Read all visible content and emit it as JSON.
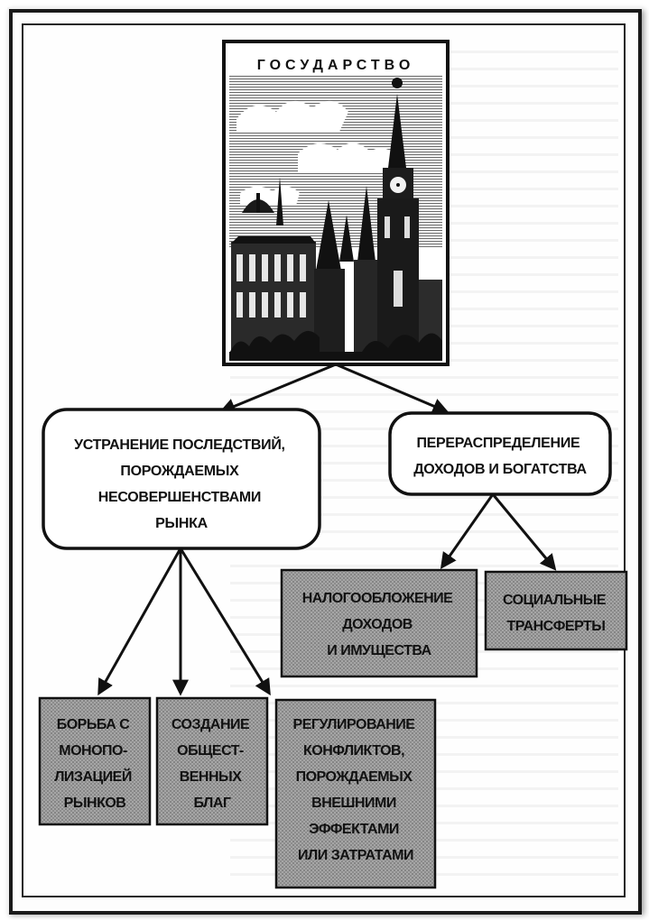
{
  "header": {
    "title": "ГОСУДАРСТВО"
  },
  "functions": [
    {
      "lines": [
        "УСТРАНЕНИЕ ПОСЛЕДСТВИЙ,",
        "ПОРОЖДАЕМЫХ",
        "НЕСОВЕРШЕНСТВАМИ",
        "РЫНКА"
      ]
    },
    {
      "lines": [
        "ПЕРЕРАСПРЕДЕЛЕНИЕ",
        "ДОХОДОВ И БОГАТСТВА"
      ]
    }
  ],
  "market_failure_measures": [
    {
      "lines": [
        "БОРЬБА С",
        "МОНОПО-",
        "ЛИЗАЦИЕЙ",
        "РЫНКОВ"
      ]
    },
    {
      "lines": [
        "СОЗДАНИЕ",
        "ОБЩЕСТ-",
        "ВЕННЫХ",
        "БЛАГ"
      ]
    },
    {
      "lines": [
        "РЕГУЛИРОВАНИЕ",
        "КОНФЛИКТОВ,",
        "ПОРОЖДАЕМЫХ",
        "ВНЕШНИМИ",
        "ЭФФЕКТАМИ",
        "ИЛИ ЗАТРАТАМИ"
      ]
    }
  ],
  "redistribution_measures": [
    {
      "lines": [
        "НАЛОГООБЛОЖЕНИЕ",
        "ДОХОДОВ",
        "И ИМУЩЕСТВА"
      ]
    },
    {
      "lines": [
        "СОЦИАЛЬНЫЕ",
        "ТРАНСФЕРТЫ"
      ]
    }
  ],
  "colors": {
    "ink": "#111111",
    "box_fill": "#9a9a9a",
    "paper": "#ffffff"
  },
  "illustration": "kremlin-engraving"
}
